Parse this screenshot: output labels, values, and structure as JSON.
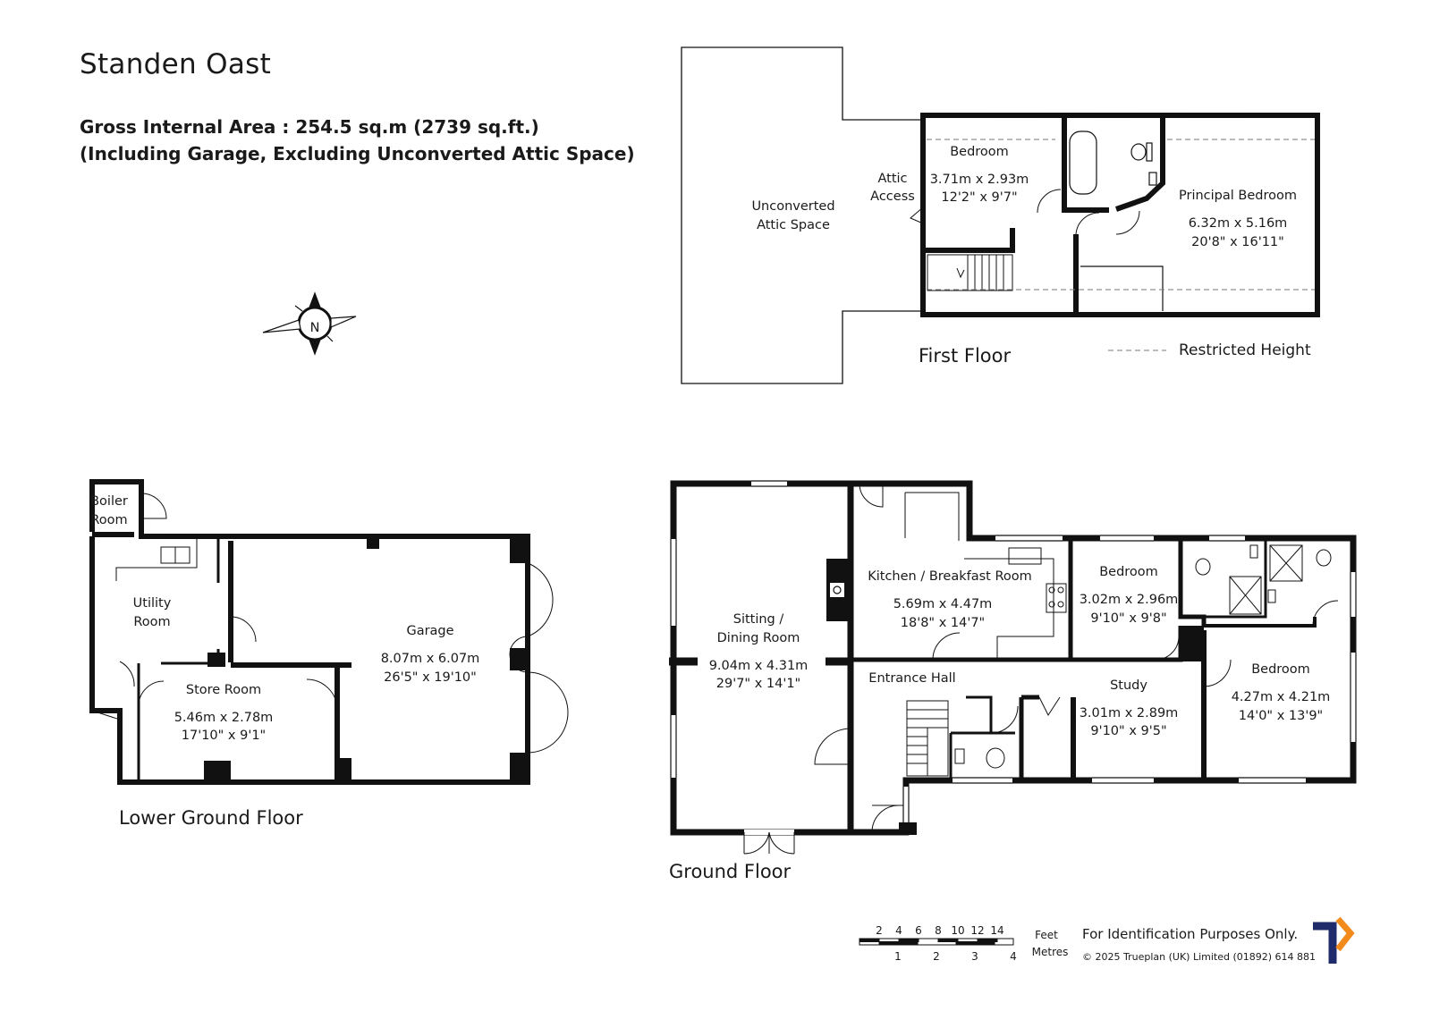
{
  "header": {
    "title": "Standen Oast",
    "area_line": "Gross Internal Area  :  254.5 sq.m   (2739 sq.ft.)",
    "area_note": "(Including Garage, Excluding Unconverted Attic Space)"
  },
  "compass": {
    "label": "N"
  },
  "floors": {
    "first": "First Floor",
    "ground": "Ground Floor",
    "lower": "Lower Ground Floor"
  },
  "legend": {
    "restricted": "Restricted Height"
  },
  "rooms": {
    "attic_space": {
      "l1": "Unconverted",
      "l2": "Attic Space"
    },
    "attic_access": {
      "l1": "Attic",
      "l2": "Access"
    },
    "bedroom_ff": {
      "name": "Bedroom",
      "m": "3.71m  x  2.93m",
      "ft": "12'2\"  x  9'7\""
    },
    "principal": {
      "name": "Principal Bedroom",
      "m": "6.32m  x  5.16m",
      "ft": "20'8\"  x  16'11\""
    },
    "boiler": {
      "l1": "Boiler",
      "l2": "Room"
    },
    "utility": {
      "l1": "Utility",
      "l2": "Room"
    },
    "garage": {
      "name": "Garage",
      "m": "8.07m  x  6.07m",
      "ft": "26'5\"  x  19'10\""
    },
    "store": {
      "name": "Store Room",
      "m": "5.46m  x  2.78m",
      "ft": "17'10\"  x  9'1\""
    },
    "sitting": {
      "l1": "Sitting /",
      "l2": "Dining Room",
      "m": "9.04m  x  4.31m",
      "ft": "29'7\"  x  14'1\""
    },
    "kitchen": {
      "name": "Kitchen / Breakfast Room",
      "m": "5.69m  x  4.47m",
      "ft": "18'8\"  x  14'7\""
    },
    "bedroom_gf1": {
      "name": "Bedroom",
      "m": "3.02m  x  2.96m",
      "ft": "9'10\"  x  9'8\""
    },
    "bedroom_gf2": {
      "name": "Bedroom",
      "m": "4.27m  x  4.21m",
      "ft": "14'0\"  x  13'9\""
    },
    "entrance": {
      "name": "Entrance Hall"
    },
    "study": {
      "name": "Study",
      "m": "3.01m  x  2.89m",
      "ft": "9'10\"  x  9'5\""
    }
  },
  "scale": {
    "feet_ticks": [
      "2",
      "4",
      "6",
      "8",
      "10",
      "12",
      "14"
    ],
    "metre_ticks": [
      "1",
      "2",
      "3",
      "4"
    ],
    "feet_label": "Feet",
    "metres_label": "Metres"
  },
  "footer": {
    "note": "For Identification Purposes Only.",
    "copyright": "©  2025 Trueplan (UK) Limited  (01892) 614 881"
  },
  "colors": {
    "wall": "#111111",
    "logo_blue": "#1f2b6b",
    "logo_orange": "#f28a1c"
  }
}
